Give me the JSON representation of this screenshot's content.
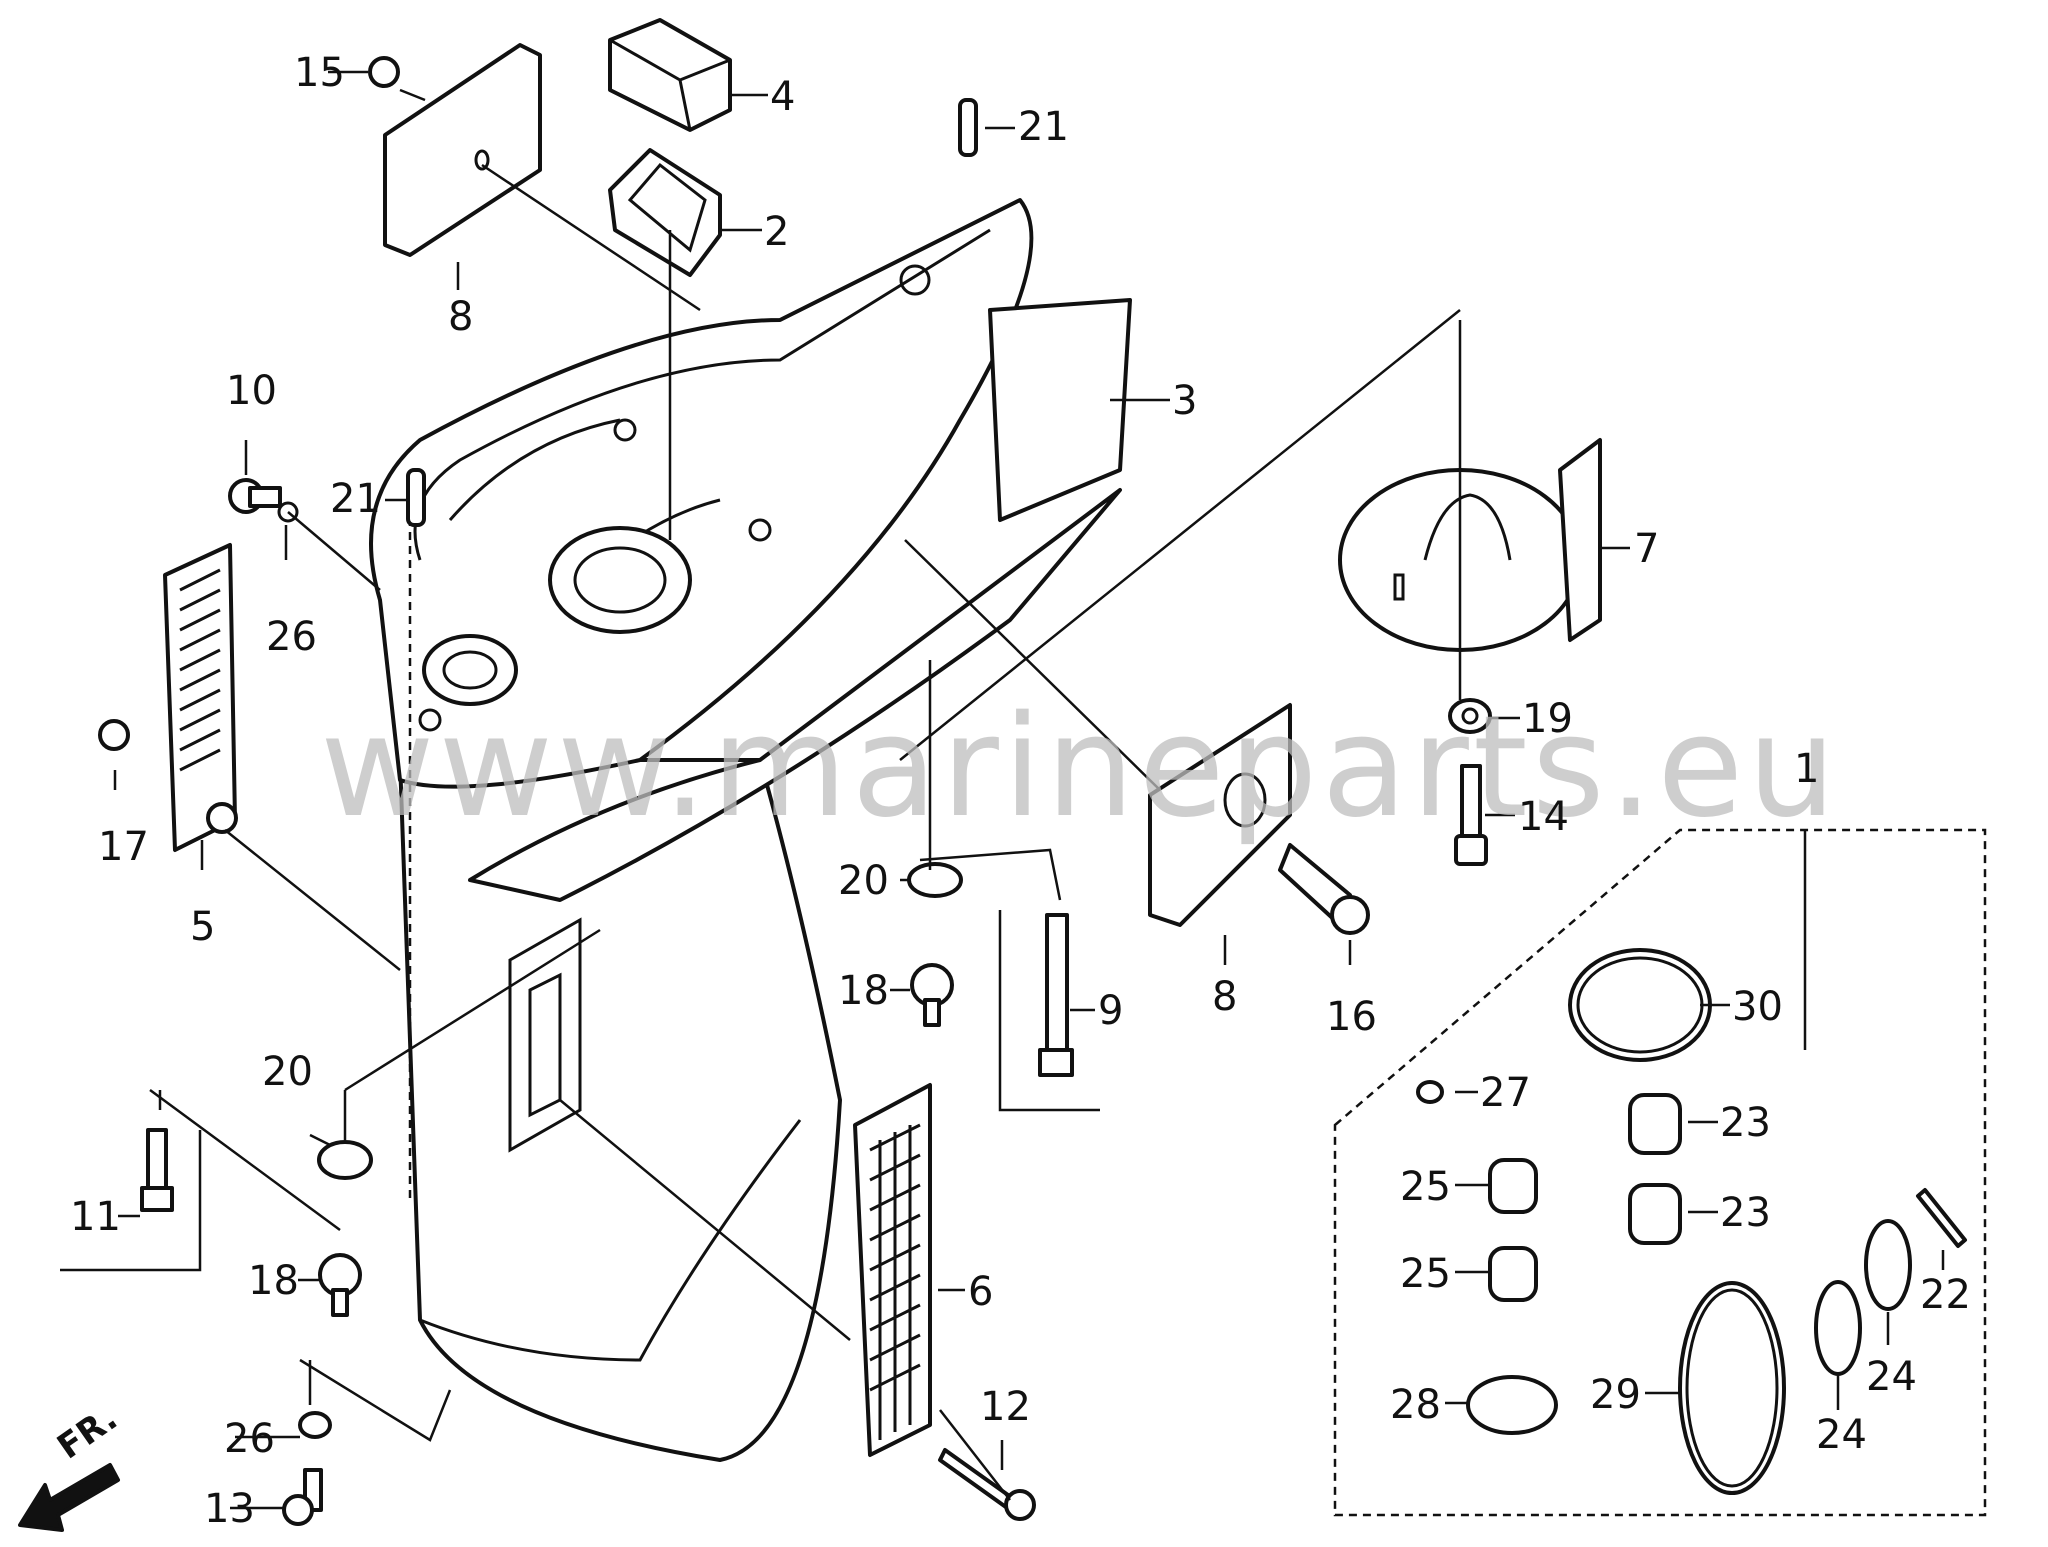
{
  "watermark": "www.marineparts.eu",
  "direction_label": "FR.",
  "callouts": [
    {
      "id": "c15",
      "text": "15"
    },
    {
      "id": "c4",
      "text": "4"
    },
    {
      "id": "c2",
      "text": "2"
    },
    {
      "id": "c8a",
      "text": "8"
    },
    {
      "id": "c21a",
      "text": "21"
    },
    {
      "id": "c3",
      "text": "3"
    },
    {
      "id": "c10",
      "text": "10"
    },
    {
      "id": "c21b",
      "text": "21"
    },
    {
      "id": "c26a",
      "text": "26"
    },
    {
      "id": "c7",
      "text": "7"
    },
    {
      "id": "c19",
      "text": "19"
    },
    {
      "id": "c17",
      "text": "17"
    },
    {
      "id": "c14",
      "text": "14"
    },
    {
      "id": "c1",
      "text": "1"
    },
    {
      "id": "c5",
      "text": "5"
    },
    {
      "id": "c20a",
      "text": "20"
    },
    {
      "id": "c18a",
      "text": "18"
    },
    {
      "id": "c9",
      "text": "9"
    },
    {
      "id": "c8b",
      "text": "8"
    },
    {
      "id": "c16",
      "text": "16"
    },
    {
      "id": "c30",
      "text": "30"
    },
    {
      "id": "c20b",
      "text": "20"
    },
    {
      "id": "c27",
      "text": "27"
    },
    {
      "id": "c23a",
      "text": "23"
    },
    {
      "id": "c11",
      "text": "11"
    },
    {
      "id": "c25a",
      "text": "25"
    },
    {
      "id": "c23b",
      "text": "23"
    },
    {
      "id": "c18b",
      "text": "18"
    },
    {
      "id": "c6",
      "text": "6"
    },
    {
      "id": "c25b",
      "text": "25"
    },
    {
      "id": "c22",
      "text": "22"
    },
    {
      "id": "c12",
      "text": "12"
    },
    {
      "id": "c28",
      "text": "28"
    },
    {
      "id": "c29",
      "text": "29"
    },
    {
      "id": "c24a",
      "text": "24"
    },
    {
      "id": "c24b",
      "text": "24"
    },
    {
      "id": "c26b",
      "text": "26"
    },
    {
      "id": "c13",
      "text": "13"
    }
  ]
}
